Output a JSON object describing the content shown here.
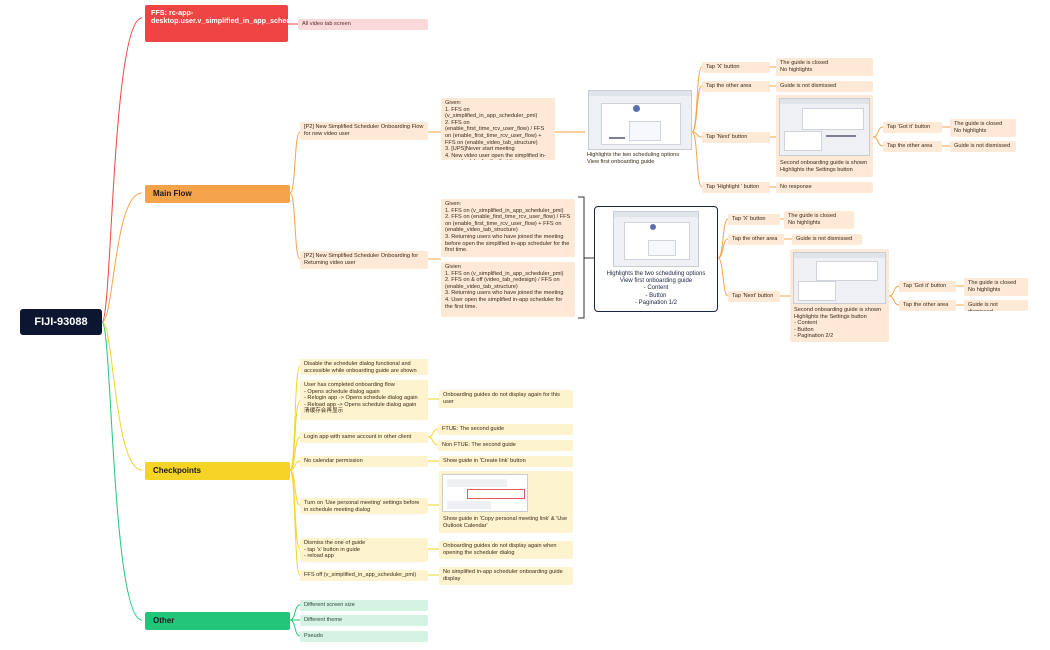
{
  "root": {
    "label": "FIJI-93088"
  },
  "ffs": {
    "label": "FFS: rc-app-desktop.user.v_simplified_in_app_scheduler_pmi",
    "child": "All video tab screen"
  },
  "main_flow": {
    "label": "Main Flow",
    "new_user": {
      "title": "[P2] New Simplified Scheduler Onboarding Flow for new video user",
      "given": "Given:\n1. FFS on (v_simplified_in_app_scheduler_pmi)\n2. FFS on (enable_first_time_rcv_user_flow) / FFS on (enable_first_time_rcv_user_flow) + FFS on (enable_video_tab_structure)\n3. [UPS]Never start meeting\n4. New video user open the simplified in-app scheduler for the first time.",
      "first_guide": "Highlights the two scheduling options\nView first onboarding guide",
      "x_button": "Tap 'X' button",
      "x_result": "The guide is closed\nNo highlights",
      "other_area": "Tap the other area",
      "other_result": "Guide is not dismissed",
      "next_button": "Tap 'Next' button",
      "second_guide": "Second onboarding guide is shown\nHighlights the Settings button",
      "got_it": "Tap 'Got it' button",
      "got_it_result": "The guide is closed\nNo highlights",
      "other_area2": "Tap the other area",
      "other_result2": "Guide is not dismissed",
      "highlight_button": "Tap 'Highlight ' button",
      "highlight_result": "No response"
    },
    "returning_user": {
      "title": "[P2] New Simplified Scheduler Onboarding for Returning video user",
      "given1": "Given:\n1. FFS on (v_simplified_in_app_scheduler_pmi)\n2. FFS on (enable_first_time_rcv_user_flow) / FFS on (enable_first_time_rcv_user_flow) + FFS on (enable_video_tab_structure)\n3. Returning users who have joined the meeting before open the simplified in-app scheduler for the first time.",
      "given2": "Givien\n1. FFS on (v_simplified_in_app_scheduler_pmi)\n2. FFS on & off (video_tab_redesign) / FFS on (enable_video_tab_structure)\n3. Returning users who have joined the meeting\n4. User open the simplified in-app scheduler for the first time.",
      "first_guide": "Highlights the two scheduling options\nView first onboarding guide\n- Content\n- Button\n- Pagination 1/2",
      "x_button": "Tap 'X' button",
      "x_result": "The guide is closed\nNo highlights",
      "other_area": "Tap the other area",
      "other_result": "Guide is not dismissed",
      "next_button": "Tap 'Next' button",
      "second_guide": "Second onboarding guide is shown\nHighlights the Settings button\n- Content\n- Button\n- Pagination 2/2",
      "got_it": "Tap 'Got it' button",
      "got_it_result": "The guide is closed\nNo highlights",
      "other_area2": "Tap the other area",
      "other_result2": "Guide is not dismissed"
    }
  },
  "checkpoints": {
    "label": "Checkpoints",
    "items": [
      {
        "text": "Disable the scheduler dialog functional and accessible while onboarding guide are shown"
      },
      {
        "text": "User has completed onboarding flow\n- Opens schedule dialog again\n- Relogin app -> Opens schedule dialog again\n- Reload app -> Opens schedule dialog again\n清缓存会再显示",
        "result": "Onboarding guides do not display again for this user"
      },
      {
        "text": "Login app with same account in other client",
        "result1": "FTUE: The second guide",
        "result2": "Non FTUE: The second guide"
      },
      {
        "text": "No calendar permission",
        "result": "Show guide in 'Create link' button"
      },
      {
        "text": "Turn on 'Use personal meeting' settings before in schedule meeting dialog",
        "result": "Show guide in 'Copy personal meeting link' & 'Use Outlook Calendar'"
      },
      {
        "text": "Dismiss the one of guide\n- tap 'x' button in guide\n- reload app",
        "result": "Onboarding guides do not display again when opening the scheduler dialog"
      },
      {
        "text": "FFS off  (v_simplified_in_app_scheduler_pmi)",
        "result": "No simplified in-app scheduler onboarding guide display"
      }
    ]
  },
  "other": {
    "label": "Other",
    "items": [
      "Different screen size",
      "Different theme",
      "Pseudo"
    ]
  },
  "colors": {
    "root": "#0c1630",
    "ffs": "#ef4444",
    "main": "#f5a34a",
    "check": "#f5d327",
    "other": "#22c57a"
  }
}
